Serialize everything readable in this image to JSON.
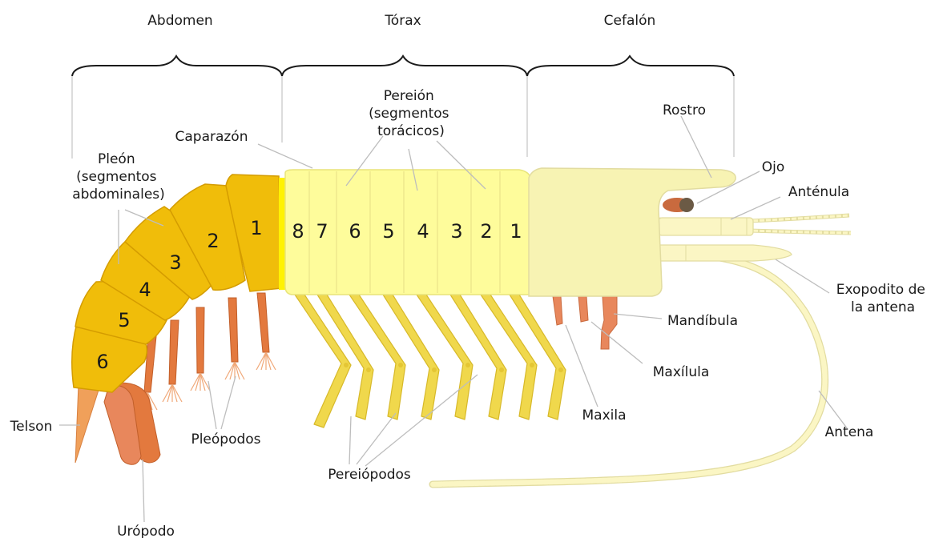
{
  "regions": {
    "abdomen": "Abdomen",
    "torax": "Tórax",
    "cefalon": "Cefalón"
  },
  "labels": {
    "pereion": [
      "Pereión",
      "(segmentos",
      "torácicos)"
    ],
    "rostro": "Rostro",
    "caparazon": "Caparazón",
    "ojo": "Ojo",
    "pleon": [
      "Pleón",
      "(segmentos",
      "abdominales)"
    ],
    "antenula": "Anténula",
    "exopodito": [
      "Exopodito de",
      "la antena"
    ],
    "mandibula": "Mandíbula",
    "maxilula": "Maxílula",
    "maxila": "Maxila",
    "antena": "Antena",
    "telson": "Telson",
    "pleopodos": "Pleópodos",
    "pereiopodos": "Pereiópodos",
    "uropodo": "Urópodo"
  },
  "thoracic_numbers": [
    "8",
    "7",
    "6",
    "5",
    "4",
    "3",
    "2",
    "1"
  ],
  "abdominal_numbers": [
    "1",
    "2",
    "3",
    "4",
    "5",
    "6"
  ],
  "colors": {
    "abdomen": "#f0bd0a",
    "abdomen_edge": "#d49c00",
    "thorax": "#fefc9b",
    "thorax_edge": "#e8e47a",
    "cephalon": "#f7f3b3",
    "legs": "#f0d84c",
    "mouthparts": "#e8875c",
    "pleopods": "#e3793e",
    "telson": "#f0a05a",
    "eye": "#6b5a45",
    "antenna": "#fbf6c4",
    "antenna_edge": "#e2dca0"
  }
}
